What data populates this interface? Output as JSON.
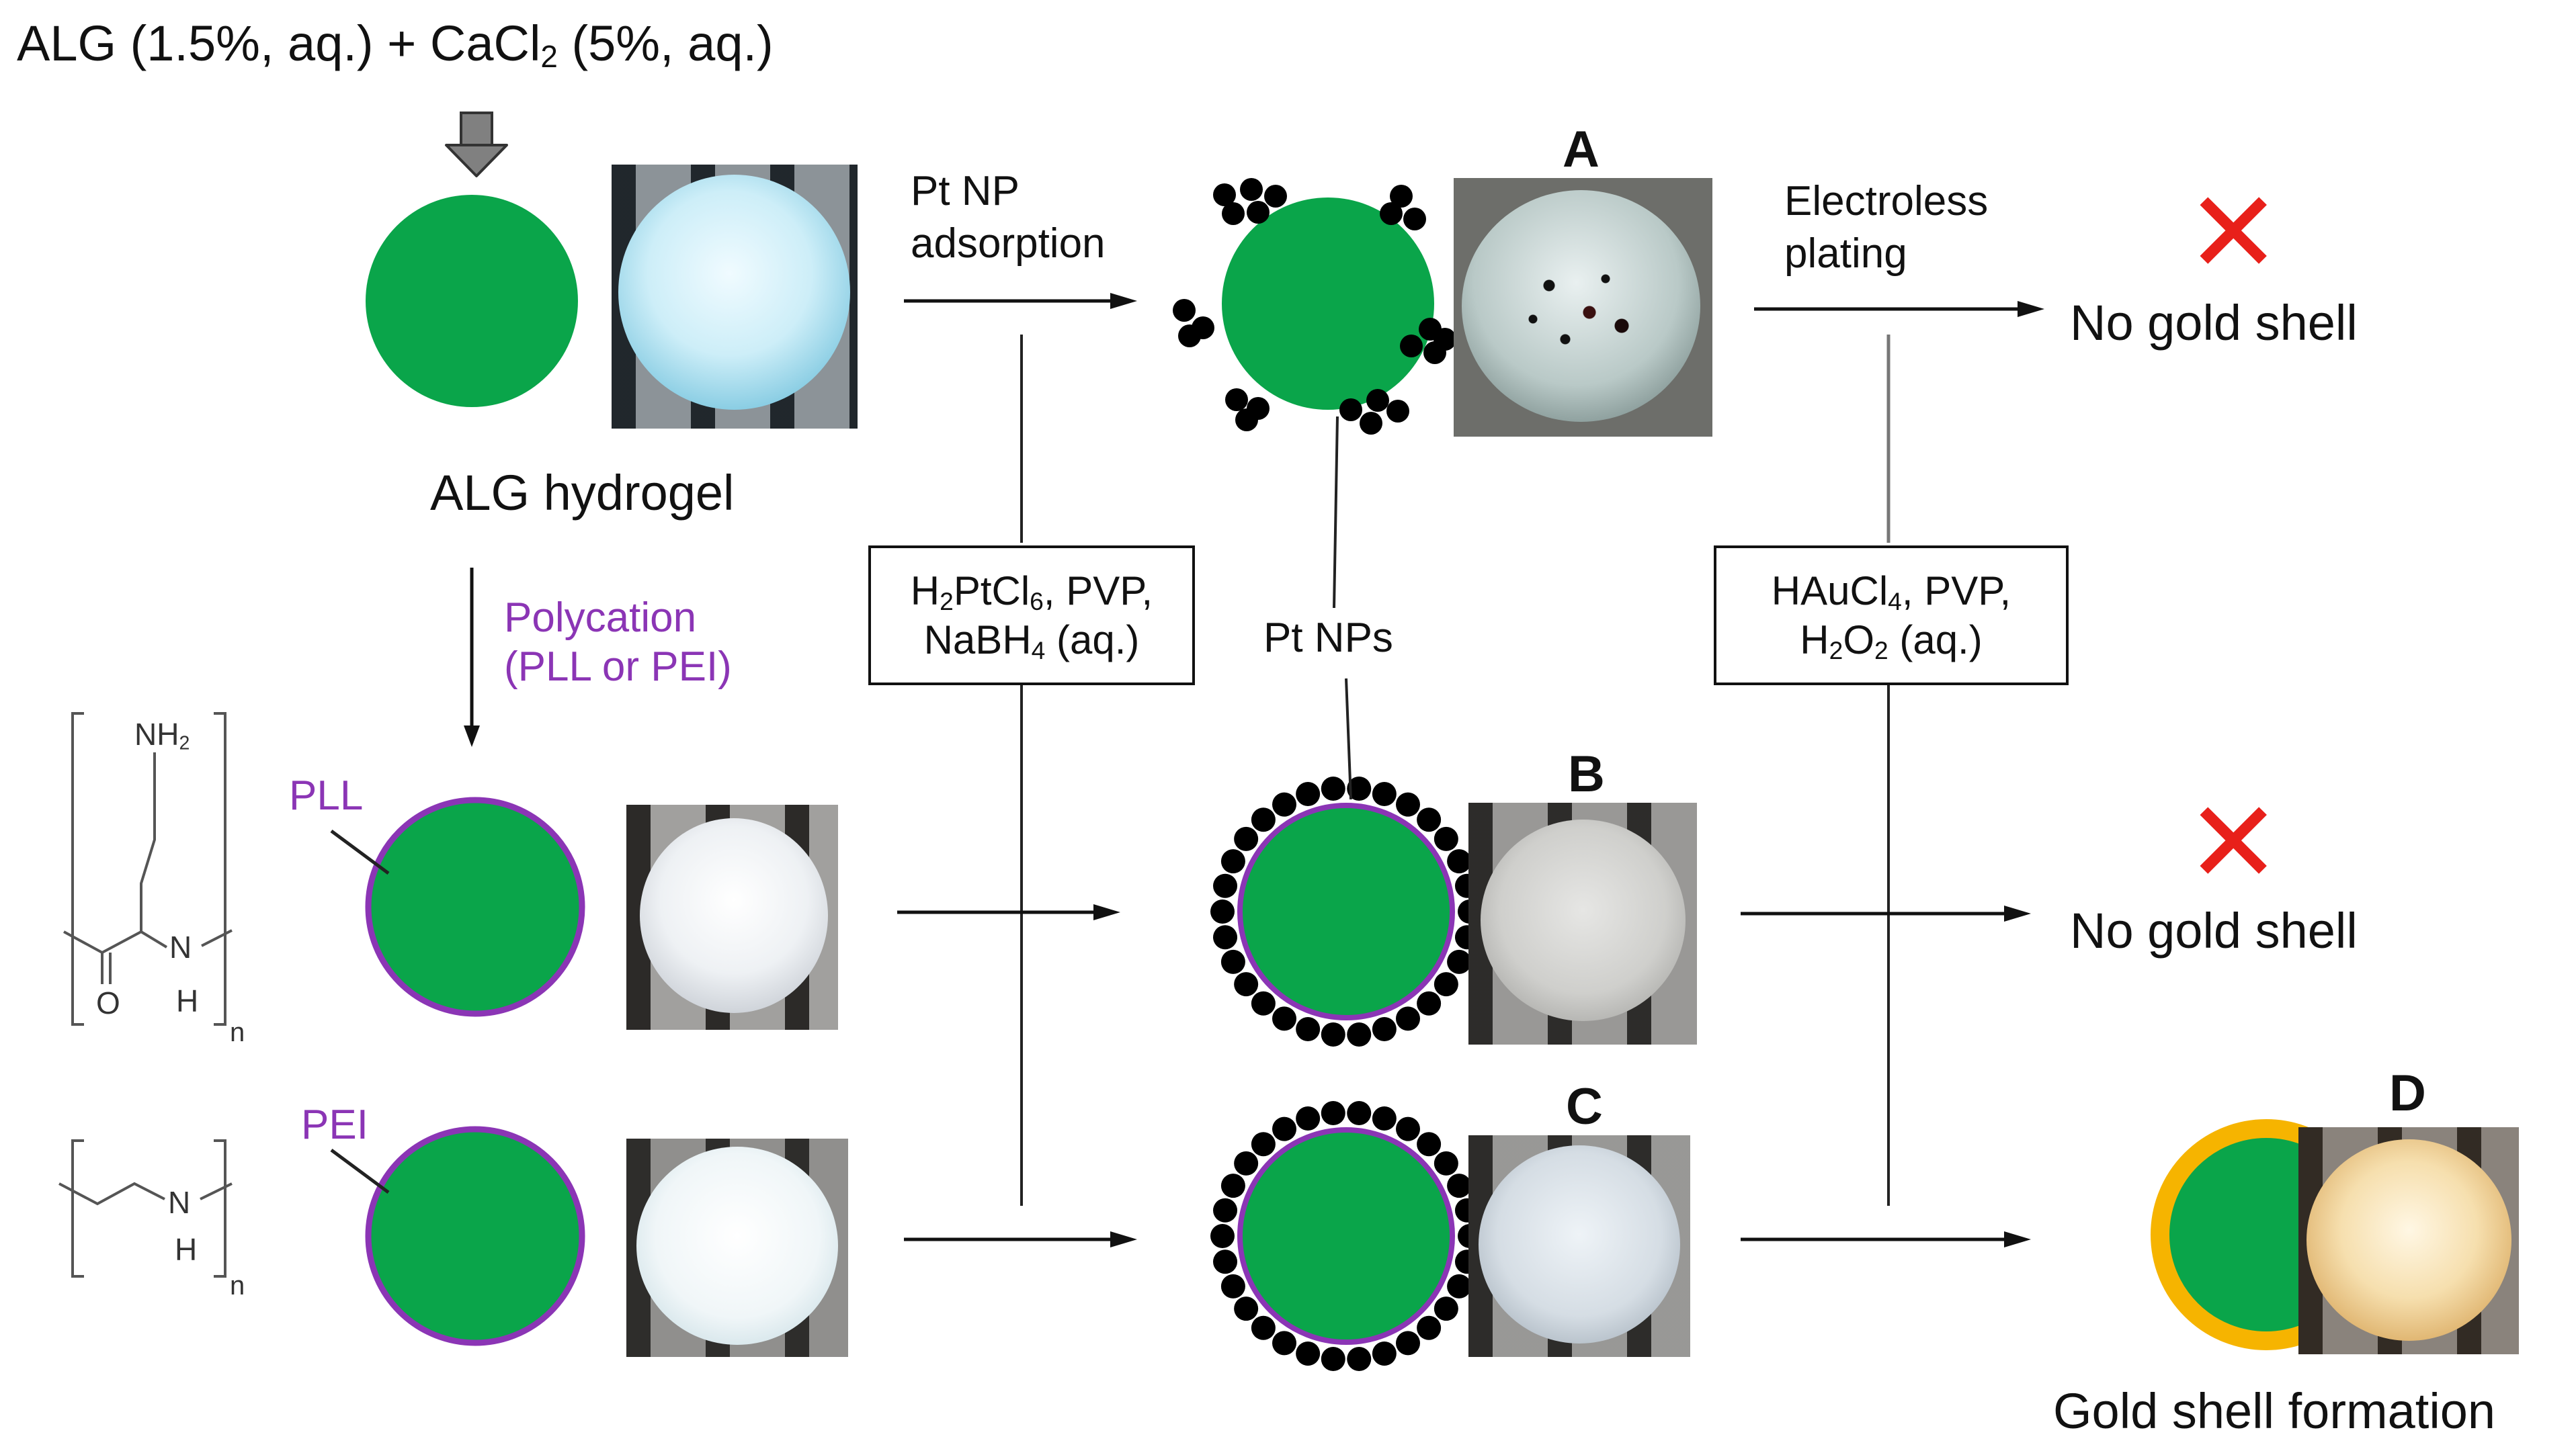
{
  "title": {
    "prefix": "ALG (1.5%, aq.) + CaCl",
    "sub": "2",
    "suffix": " (5%, aq.)"
  },
  "labels": {
    "alg_hydrogel": "ALG hydrogel",
    "polycation_line1": "Polycation",
    "polycation_line2": "(PLL or PEI)",
    "pll": "PLL",
    "pei": "PEI",
    "pt_np_line1": "Pt NP",
    "pt_np_line2": "adsorption",
    "pt_nps": "Pt NPs",
    "electroless_line1": "Electroless",
    "electroless_line2": "plating",
    "no_gold_shell": "No gold shell",
    "gold_shell_formation": "Gold shell formation",
    "sample_a": "A",
    "sample_b": "B",
    "sample_c": "C",
    "sample_d": "D",
    "fail_mark": "✕"
  },
  "reagent_box_pt": {
    "l1a": "H",
    "l1b": "2",
    "l1c": "PtCl",
    "l1d": "6",
    "l1e": ", PVP,",
    "l2a": "NaBH",
    "l2b": "4",
    "l2c": " (aq.)"
  },
  "reagent_box_au": {
    "l1a": "HAuCl",
    "l1b": "4",
    "l1c": ", PVP,",
    "l2a": "H",
    "l2b": "2",
    "l2c": "O",
    "l2d": "2",
    "l2e": " (aq.)"
  },
  "structures": {
    "pll_amine": "NH",
    "pll_amine_sub": "2",
    "pll_n": "N",
    "pll_h": "H",
    "pll_o": "O",
    "pll_sub_n": "n",
    "pei_n": "N",
    "pei_h": "H",
    "pei_sub_n": "n"
  },
  "colors": {
    "hydrogel_green": "#0aa54a",
    "polycation_purple": "#8b35b5",
    "gold_shell": "#f6b400",
    "fail_red": "#e8201a",
    "pt_black": "#000000"
  }
}
